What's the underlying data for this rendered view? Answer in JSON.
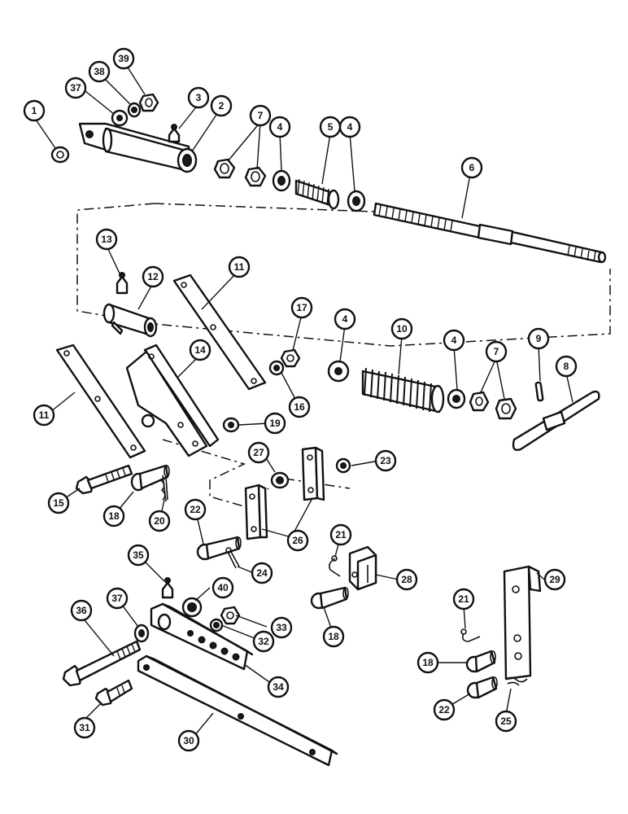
{
  "diagram": {
    "type": "exploded-parts-view",
    "line_color": "#111111",
    "background": "#ffffff",
    "callouts": [
      {
        "id": "c1",
        "label": "1"
      },
      {
        "id": "c2",
        "label": "2"
      },
      {
        "id": "c3",
        "label": "3"
      },
      {
        "id": "c4a",
        "label": "4"
      },
      {
        "id": "c4b",
        "label": "4"
      },
      {
        "id": "c4c",
        "label": "4"
      },
      {
        "id": "c4d",
        "label": "4"
      },
      {
        "id": "c5",
        "label": "5"
      },
      {
        "id": "c6",
        "label": "6"
      },
      {
        "id": "c7a",
        "label": "7"
      },
      {
        "id": "c7b",
        "label": "7"
      },
      {
        "id": "c8",
        "label": "8"
      },
      {
        "id": "c9",
        "label": "9"
      },
      {
        "id": "c10",
        "label": "10"
      },
      {
        "id": "c11a",
        "label": "11"
      },
      {
        "id": "c11b",
        "label": "11"
      },
      {
        "id": "c12",
        "label": "12"
      },
      {
        "id": "c13",
        "label": "13"
      },
      {
        "id": "c14",
        "label": "14"
      },
      {
        "id": "c15",
        "label": "15"
      },
      {
        "id": "c16",
        "label": "16"
      },
      {
        "id": "c17",
        "label": "17"
      },
      {
        "id": "c18a",
        "label": "18"
      },
      {
        "id": "c18b",
        "label": "18"
      },
      {
        "id": "c18c",
        "label": "18"
      },
      {
        "id": "c19",
        "label": "19"
      },
      {
        "id": "c20",
        "label": "20"
      },
      {
        "id": "c21a",
        "label": "21"
      },
      {
        "id": "c21b",
        "label": "21"
      },
      {
        "id": "c22a",
        "label": "22"
      },
      {
        "id": "c22b",
        "label": "22"
      },
      {
        "id": "c23",
        "label": "23"
      },
      {
        "id": "c24",
        "label": "24"
      },
      {
        "id": "c25",
        "label": "25"
      },
      {
        "id": "c26",
        "label": "26"
      },
      {
        "id": "c27",
        "label": "27"
      },
      {
        "id": "c28",
        "label": "28"
      },
      {
        "id": "c29",
        "label": "29"
      },
      {
        "id": "c30",
        "label": "30"
      },
      {
        "id": "c31",
        "label": "31"
      },
      {
        "id": "c32",
        "label": "32"
      },
      {
        "id": "c33",
        "label": "33"
      },
      {
        "id": "c34",
        "label": "34"
      },
      {
        "id": "c35",
        "label": "35"
      },
      {
        "id": "c36",
        "label": "36"
      },
      {
        "id": "c37a",
        "label": "37"
      },
      {
        "id": "c37b",
        "label": "37"
      },
      {
        "id": "c38",
        "label": "38"
      },
      {
        "id": "c39",
        "label": "39"
      },
      {
        "id": "c40",
        "label": "40"
      }
    ]
  }
}
